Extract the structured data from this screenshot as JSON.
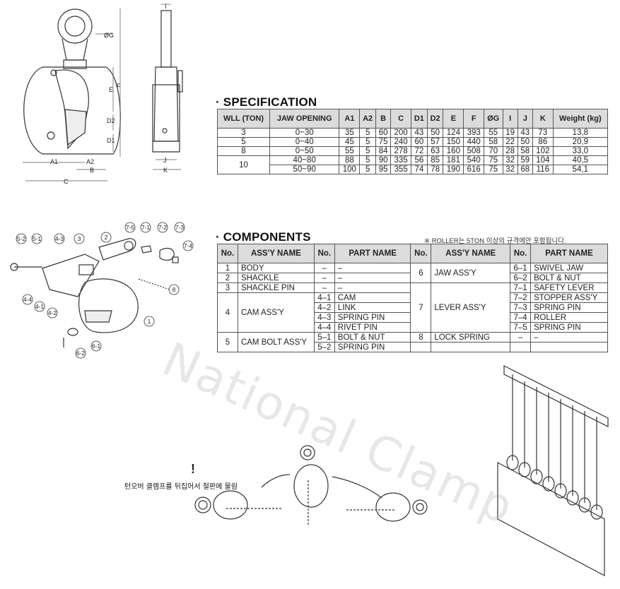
{
  "specification": {
    "title": "· SPECIFICATION",
    "headers": [
      "WLL (TON)",
      "JAW OPENING",
      "A1",
      "A2",
      "B",
      "C",
      "D1",
      "D2",
      "E",
      "F",
      "ØG",
      "I",
      "J",
      "K",
      "Weight (kg)"
    ],
    "rows": [
      {
        "wll": "3",
        "jaw": "0~30",
        "vals": [
          "35",
          "5",
          "60",
          "200",
          "43",
          "50",
          "124",
          "393",
          "55",
          "19",
          "43",
          "73",
          "13,8"
        ]
      },
      {
        "wll": "5",
        "jaw": "0~40",
        "vals": [
          "45",
          "5",
          "75",
          "240",
          "60",
          "57",
          "150",
          "440",
          "58",
          "22",
          "50",
          "86",
          "20,9"
        ]
      },
      {
        "wll": "8",
        "jaw": "0~50",
        "vals": [
          "55",
          "5",
          "84",
          "278",
          "72",
          "63",
          "160",
          "508",
          "70",
          "28",
          "58",
          "102",
          "33,0"
        ]
      },
      {
        "wll": "10",
        "jaw": "40~80",
        "vals": [
          "88",
          "5",
          "90",
          "335",
          "56",
          "85",
          "181",
          "540",
          "75",
          "32",
          "59",
          "104",
          "40,5"
        ]
      },
      {
        "wll": "",
        "jaw": "50~90",
        "vals": [
          "100",
          "5",
          "95",
          "355",
          "74",
          "78",
          "190",
          "616",
          "75",
          "32",
          "68",
          "116",
          "54,1"
        ]
      }
    ]
  },
  "components": {
    "title": "· COMPONENTS",
    "note": "※ ROLLER는 5TON 이상의 규격에만 포함됩니다.",
    "headers": [
      "No.",
      "ASS'Y NAME",
      "No.",
      "PART NAME",
      "No.",
      "ASS'Y NAME",
      "No.",
      "PART NAME"
    ],
    "left": [
      {
        "no": "1",
        "assy": "BODY",
        "pno": "–",
        "part": "–"
      },
      {
        "no": "2",
        "assy": "SHACKLE",
        "pno": "–",
        "part": "–"
      },
      {
        "no": "3",
        "assy": "SHACKLE PIN",
        "pno": "–",
        "part": "–"
      },
      {
        "no": "4",
        "assy": "CAM ASS'Y",
        "parts": [
          {
            "pno": "4–1",
            "part": "CAM"
          },
          {
            "pno": "4–2",
            "part": "LINK"
          },
          {
            "pno": "4–3",
            "part": "SPRING PIN"
          },
          {
            "pno": "4–4",
            "part": "RIVET PIN"
          }
        ]
      },
      {
        "no": "5",
        "assy": "CAM BOLT ASS'Y",
        "parts": [
          {
            "pno": "5–1",
            "part": "BOLT & NUT"
          },
          {
            "pno": "5–2",
            "part": "SPRING PIN"
          }
        ]
      }
    ],
    "right": [
      {
        "no": "6",
        "assy": "JAW ASS'Y",
        "parts": [
          {
            "pno": "6–1",
            "part": "SWIVEL JAW"
          },
          {
            "pno": "6–2",
            "part": "BOLT & NUT"
          }
        ]
      },
      {
        "no": "7",
        "assy": "LEVER ASS'Y",
        "parts": [
          {
            "pno": "7–1",
            "part": "SAFETY LEVER"
          },
          {
            "pno": "7–2",
            "part": "STOPPER ASS'Y"
          },
          {
            "pno": "7–3",
            "part": "SPRING PIN"
          },
          {
            "pno": "7–4",
            "part": "ROLLER"
          },
          {
            "pno": "7–5",
            "part": "SPRING PIN"
          }
        ]
      },
      {
        "no": "8",
        "assy": "LOCK SPRING",
        "pno": "–",
        "part": "–"
      }
    ]
  },
  "dimensions": {
    "g": "ØG",
    "f": "F",
    "e": "E",
    "d2": "D2",
    "d1": "D1",
    "a1": "A1",
    "a2": "A2",
    "b": "B",
    "c": "C",
    "i": "I",
    "j": "J",
    "k": "K"
  },
  "callouts": [
    "5-2",
    "5-1",
    "4-3",
    "3",
    "2",
    "7-5",
    "7-1",
    "7-2",
    "7-3",
    "7-4",
    "8",
    "1",
    "4-4",
    "4-1",
    "4-2",
    "6-1",
    "6-2"
  ],
  "watermark": "National Clamp",
  "usage_warning": {
    "mark": "!",
    "text": "턴오버 클램프를 뒤집어서 철판에 물림"
  }
}
